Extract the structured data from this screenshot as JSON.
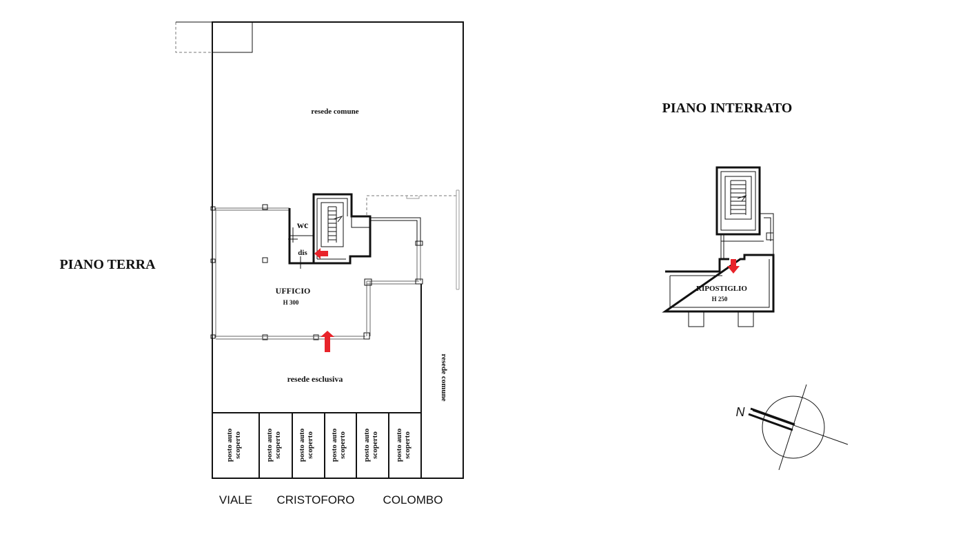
{
  "ground_floor": {
    "title": "PIANO TERRA",
    "office_label": "UFFICIO",
    "office_height": "H 300",
    "wc_label": "wc",
    "dis_label": "dis",
    "common_yard_top": "resede comune",
    "common_yard_side": "resede comune",
    "exclusive_yard": "resede esclusiva",
    "parking_spaces": [
      "posto auto scoperto",
      "posto auto scoperto",
      "posto auto scoperto",
      "posto auto scoperto",
      "posto auto scoperto",
      "posto auto scoperto"
    ]
  },
  "street": {
    "word1": "VIALE",
    "word2": "CRISTOFORO",
    "word3": "COLOMBO"
  },
  "basement": {
    "title": "PIANO INTERRATO",
    "room_label": "RIPOSTIGLIO",
    "room_height": "H 250"
  },
  "compass": {
    "north_label": "N"
  },
  "colors": {
    "arrow": "#e8232a",
    "line": "#111111"
  }
}
